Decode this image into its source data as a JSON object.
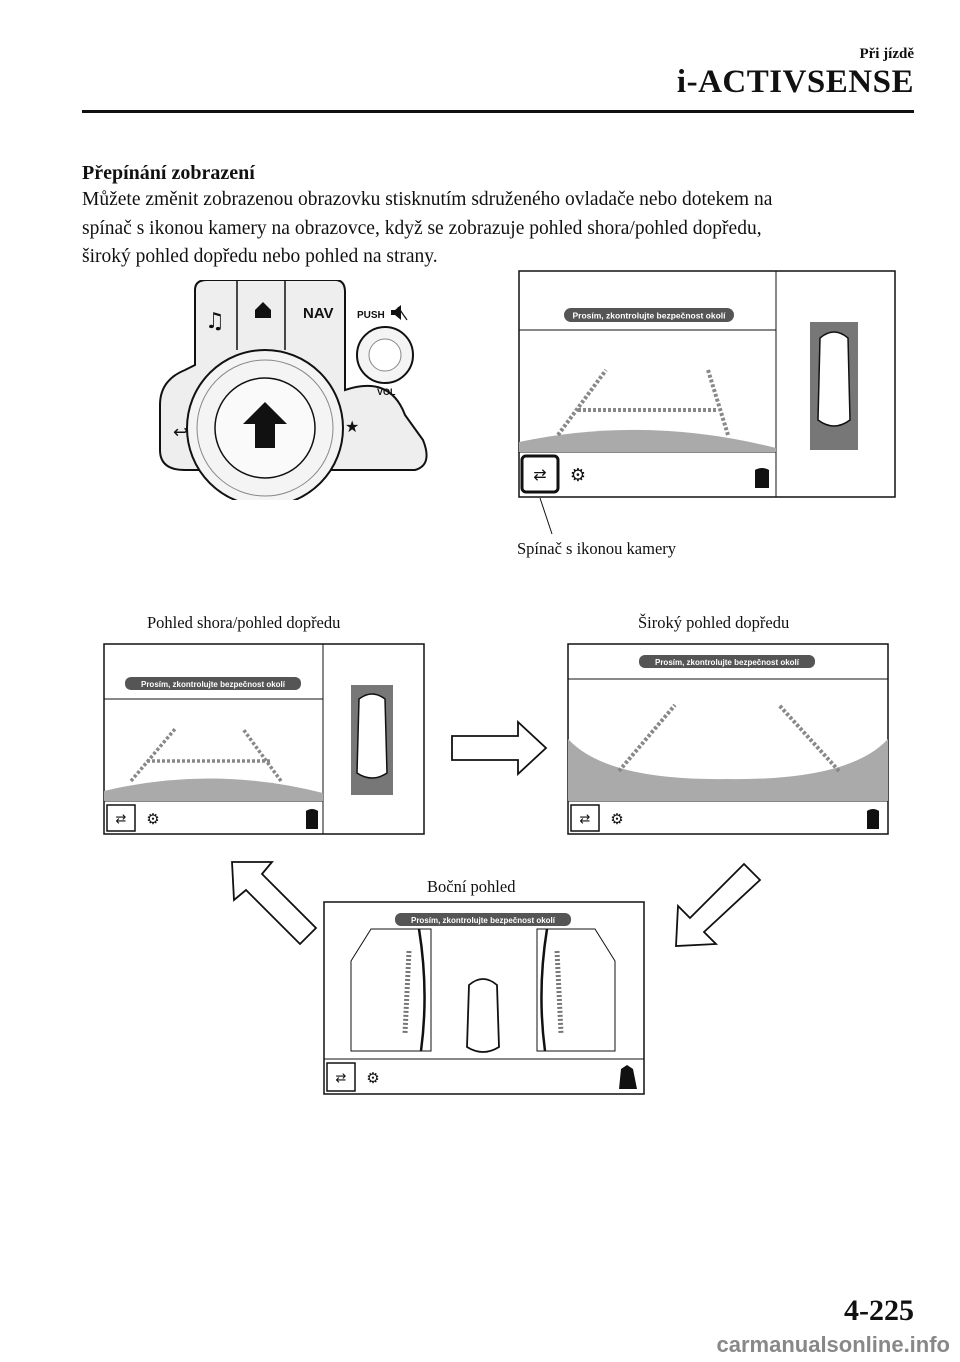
{
  "header": {
    "section": "Při jízdě",
    "chapter": "i-ACTIVSENSE"
  },
  "section_title": "Přepínání zobrazení",
  "paragraph": [
    "Můžete změnit zobrazenou obrazovku stisknutím sdruženého ovladače nebo dotekem na",
    "spínač s ikonou kamery na obrazovce, když se zobrazuje pohled shora/pohled dopředu,",
    "široký pohled dopředu nebo pohled na strany."
  ],
  "controller": {
    "btn_nav": "NAV",
    "btn_push": "PUSH",
    "btn_vol": "VOL",
    "icons": [
      "music-note-icon",
      "home-icon",
      "mute-icon",
      "back-arrow-icon",
      "star-icon",
      "up-arrow-icon"
    ]
  },
  "screen_warning": "Prosím, zkontrolujte bezpečnost okolí",
  "captions": {
    "camera_switch": "Spínač s ikonou kamery",
    "top_front_view": "Pohled shora/pohled dopředu",
    "wide_front_view": "Široký pohled dopředu",
    "side_view": "Boční pohled"
  },
  "page_number": "4-225",
  "footer": "carmanualsonline.info"
}
